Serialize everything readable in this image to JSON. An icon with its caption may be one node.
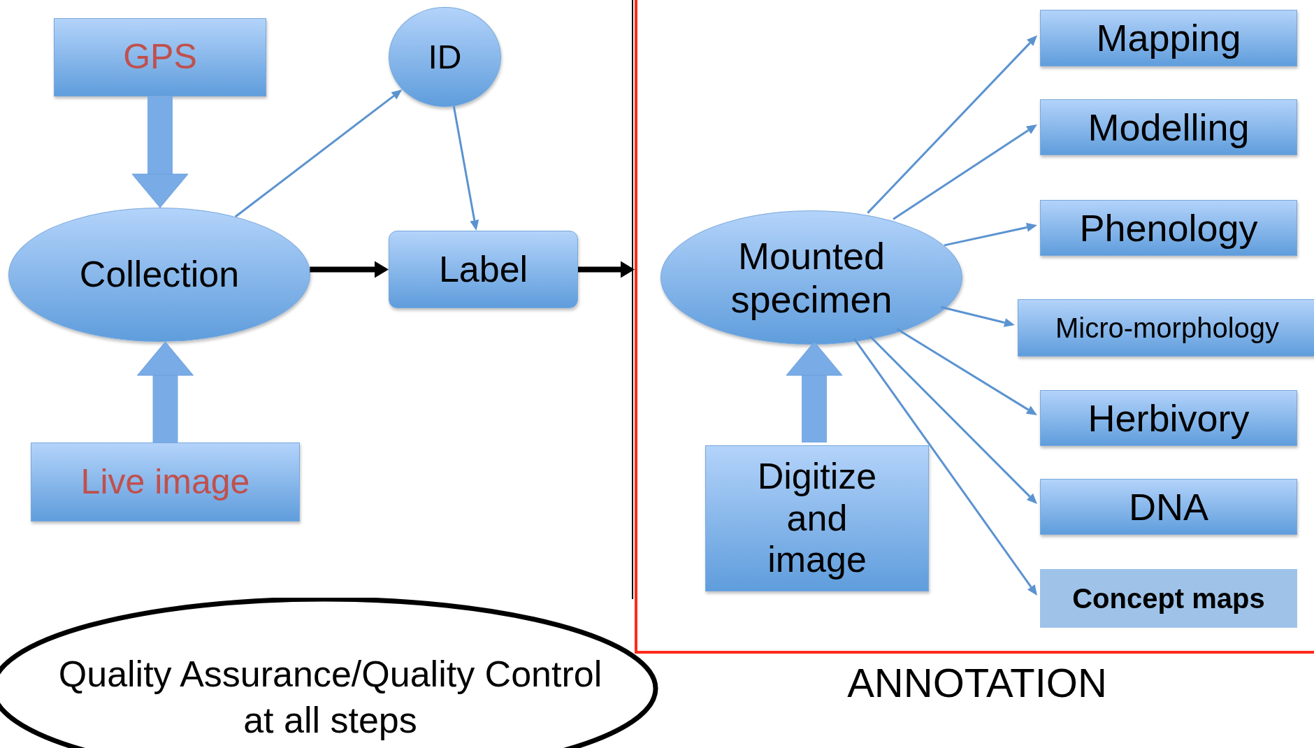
{
  "diagram": {
    "nodes": [
      {
        "text": [
          "GPS"
        ]
      },
      {
        "text": [
          "ID"
        ]
      },
      {
        "text": [
          "Collection"
        ]
      },
      {
        "text": [
          "Label"
        ]
      },
      {
        "text": [
          "Live image"
        ]
      },
      {
        "text": [
          "ANNOTATION"
        ]
      },
      {
        "text": [
          "Mounted specimen"
        ],
        "in": 5
      },
      {
        "text": [
          "Mapping"
        ],
        "in": 5
      },
      {
        "text": [
          "Modelling"
        ],
        "in": 5
      },
      {
        "text": [
          "Phenology"
        ],
        "in": 5
      },
      {
        "text": [
          "Micro-morphology"
        ],
        "in": 5
      },
      {
        "text": [
          "Herbivory"
        ],
        "in": 5
      },
      {
        "text": [
          "DNA"
        ],
        "in": 5
      },
      {
        "text": [
          "Digitize and image"
        ],
        "in": 5
      },
      {
        "text": [
          "Concept maps"
        ],
        "in": 5
      },
      {
        "text": [
          "Quality Assurance/Quality Control at all steps"
        ]
      }
    ],
    "edges": [
      {
        "from": 0,
        "to": 2,
        "arrow": "to",
        "style": "thick"
      },
      {
        "from": 4,
        "to": 2,
        "arrow": "to",
        "style": "thick"
      },
      {
        "from": 2,
        "to": 1,
        "arrow": "to"
      },
      {
        "from": 1,
        "to": 3,
        "arrow": "to"
      },
      {
        "from": 2,
        "to": 3,
        "arrow": "to",
        "style": "thick",
        "color": "#000000"
      },
      {
        "from": 3,
        "to": 5,
        "arrow": "to",
        "style": "thick",
        "color": "#000000"
      },
      {
        "from": 13,
        "to": 6,
        "arrow": "to",
        "style": "thick"
      },
      {
        "from": 6,
        "to": 7,
        "arrow": "to"
      },
      {
        "from": 6,
        "to": 8,
        "arrow": "to"
      },
      {
        "from": 6,
        "to": 9,
        "arrow": "to"
      },
      {
        "from": 6,
        "to": 10,
        "arrow": "to"
      },
      {
        "from": 6,
        "to": 11,
        "arrow": "to"
      },
      {
        "from": 6,
        "to": 12,
        "arrow": "to"
      },
      {
        "from": 6,
        "to": 14,
        "arrow": "to"
      }
    ]
  }
}
